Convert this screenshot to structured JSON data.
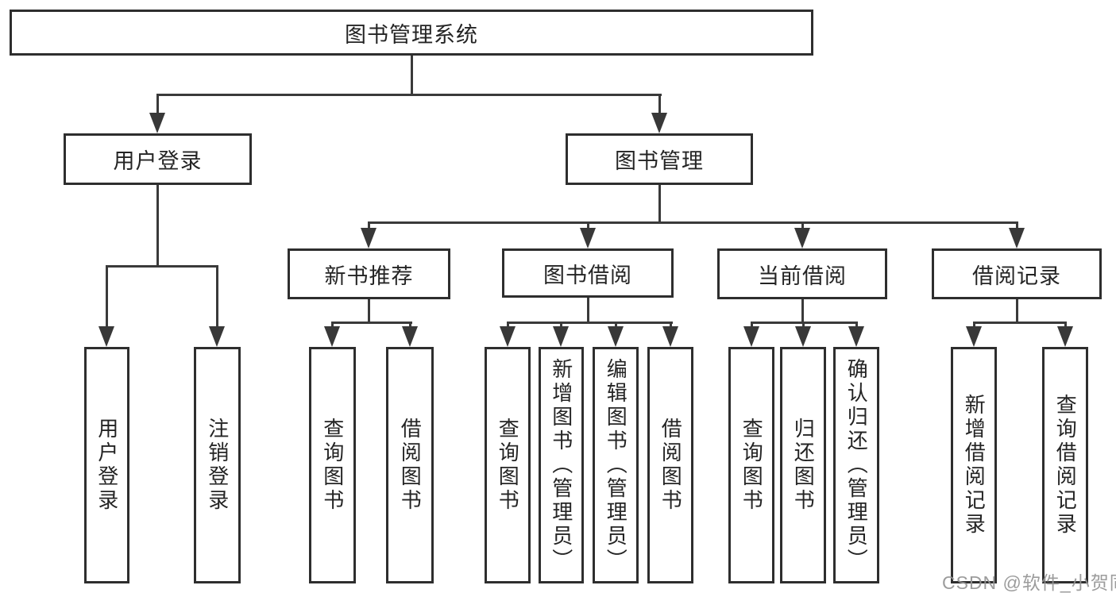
{
  "tree": {
    "root": {
      "label": "图书管理系统"
    },
    "children": [
      {
        "label": "用户登录",
        "children": [
          {
            "label": "用户登录"
          },
          {
            "label": "注销登录"
          }
        ]
      },
      {
        "label": "图书管理",
        "children": [
          {
            "label": "新书推荐",
            "children": [
              {
                "label": "查询图书"
              },
              {
                "label": "借阅图书"
              }
            ]
          },
          {
            "label": "图书借阅",
            "children": [
              {
                "label": "查询图书"
              },
              {
                "label": "新增图书（管理员）"
              },
              {
                "label": "编辑图书（管理员）"
              },
              {
                "label": "借阅图书"
              }
            ]
          },
          {
            "label": "当前借阅",
            "children": [
              {
                "label": "查询图书"
              },
              {
                "label": "归还图书"
              },
              {
                "label": "确认归还（管理员）"
              }
            ]
          },
          {
            "label": "借阅记录",
            "children": [
              {
                "label": "新增借阅记录"
              },
              {
                "label": "查询借阅记录"
              }
            ]
          }
        ]
      }
    ]
  },
  "watermark": {
    "text": "CSDN @软件_小贺同学"
  },
  "colors": {
    "line": "#3a3a3a",
    "box_border": "#2e2e2e",
    "text": "#242424",
    "watermark": "#949494"
  }
}
